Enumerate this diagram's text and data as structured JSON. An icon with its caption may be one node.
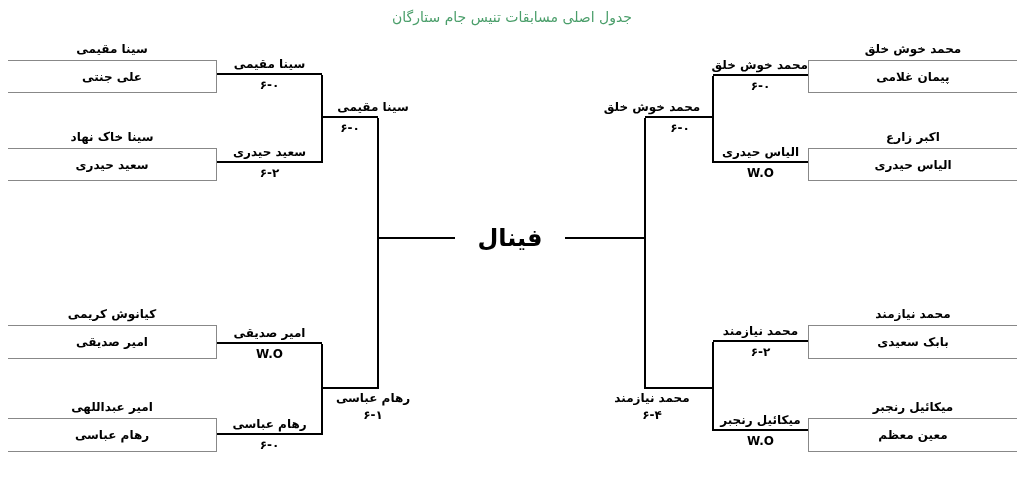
{
  "diagram": {
    "title": "جدول اصلی مسابقات تنیس جام ستارگان",
    "nodes": [
      {
        "text": [
          "سینا مقیمی",
          "علی جنتی"
        ]
      },
      {
        "text": [
          "سینا خاک نهاد",
          "سعید حیدری"
        ]
      },
      {
        "text": [
          "کیانوش کریمی",
          "امیر صدیقی"
        ]
      },
      {
        "text": [
          "امیر عبداللهی",
          "رهام عباسی"
        ]
      },
      {
        "text": [
          "محمد خوش خلق",
          "پیمان غلامی"
        ]
      },
      {
        "text": [
          "اکبر زارع",
          "الیاس حیدری"
        ]
      },
      {
        "text": [
          "محمد نیازمند",
          "بابک سعیدی"
        ]
      },
      {
        "text": [
          "میکائیل رنجبر",
          "معین معظم"
        ]
      },
      {
        "text": [
          "سینا مقیمی"
        ],
        "beside": [
          "۶-۰"
        ]
      },
      {
        "text": [
          "سعید حیدری"
        ],
        "beside": [
          "۶-۲"
        ]
      },
      {
        "text": [
          "امیر صدیقی"
        ],
        "beside": [
          "W.O"
        ]
      },
      {
        "text": [
          "رهام عباسی"
        ],
        "beside": [
          "۶-۰"
        ]
      },
      {
        "text": [
          "سینا مقیمی"
        ],
        "beside": [
          "۶-۰"
        ]
      },
      {
        "text": [
          "رهام عباسی"
        ],
        "beside": [
          "۶-۱"
        ]
      },
      {
        "text": [
          "محمد خوش خلق"
        ],
        "beside": [
          "۶-۰"
        ]
      },
      {
        "text": [
          "الیاس حیدری"
        ],
        "beside": [
          "W.O"
        ]
      },
      {
        "text": [
          "محمد نیازمند"
        ],
        "beside": [
          "۶-۲"
        ]
      },
      {
        "text": [
          "میکائیل رنجبر"
        ],
        "beside": [
          "W.O"
        ]
      },
      {
        "text": [
          "محمد خوش خلق"
        ],
        "beside": [
          "۶-۰"
        ]
      },
      {
        "text": [
          "محمد نیازمند"
        ],
        "beside": [
          "۶-۴"
        ]
      },
      {
        "text": [
          "فینال"
        ]
      }
    ],
    "edges": [
      {
        "from": 8,
        "to": 12,
        "arrow": "none"
      },
      {
        "from": 9,
        "to": 12,
        "arrow": "none"
      },
      {
        "from": 10,
        "to": 13,
        "arrow": "none"
      },
      {
        "from": 11,
        "to": 13,
        "arrow": "none"
      },
      {
        "from": 12,
        "to": 20,
        "arrow": "none"
      },
      {
        "from": 13,
        "to": 20,
        "arrow": "none"
      },
      {
        "from": 14,
        "to": 18,
        "arrow": "none"
      },
      {
        "from": 15,
        "to": 18,
        "arrow": "none"
      },
      {
        "from": 16,
        "to": 19,
        "arrow": "none"
      },
      {
        "from": 17,
        "to": 19,
        "arrow": "none"
      },
      {
        "from": 18,
        "to": 20,
        "arrow": "none"
      },
      {
        "from": 19,
        "to": 20,
        "arrow": "none"
      }
    ]
  }
}
